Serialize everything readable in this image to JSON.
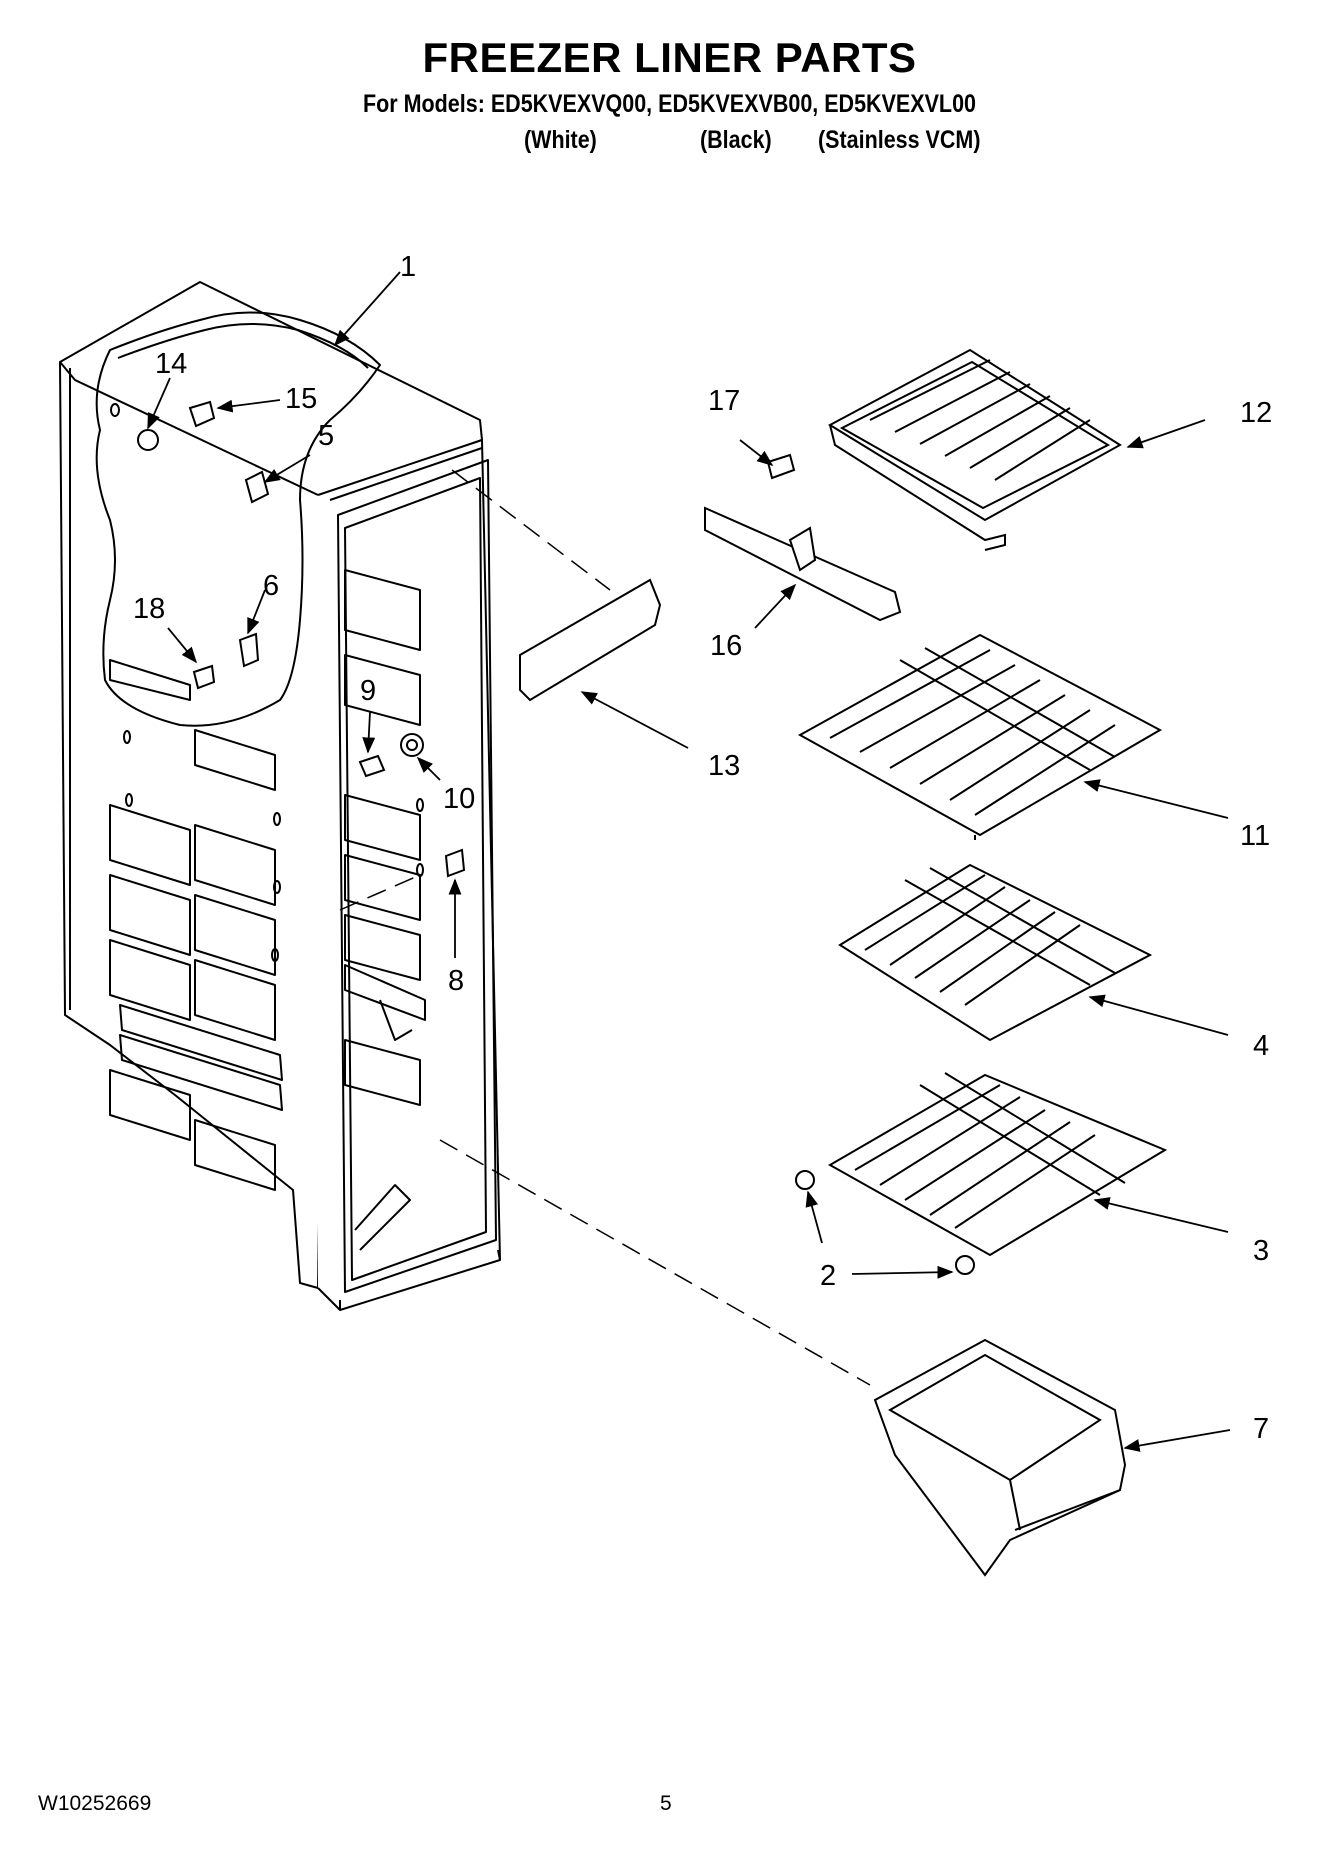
{
  "header": {
    "title": "FREEZER LINER PARTS",
    "models_line": "For Models: ED5KVEXVQ00, ED5KVEXVB00, ED5KVEXVL00",
    "variants": [
      "(White)",
      "(Black)",
      "(Stainless VCM)"
    ]
  },
  "callouts": [
    {
      "id": "1",
      "label": "1"
    },
    {
      "id": "2",
      "label": "2"
    },
    {
      "id": "3",
      "label": "3"
    },
    {
      "id": "4",
      "label": "4"
    },
    {
      "id": "5",
      "label": "5"
    },
    {
      "id": "6",
      "label": "6"
    },
    {
      "id": "7",
      "label": "7"
    },
    {
      "id": "8",
      "label": "8"
    },
    {
      "id": "9",
      "label": "9"
    },
    {
      "id": "10",
      "label": "10"
    },
    {
      "id": "11",
      "label": "11"
    },
    {
      "id": "12",
      "label": "12"
    },
    {
      "id": "13",
      "label": "13"
    },
    {
      "id": "14",
      "label": "14"
    },
    {
      "id": "15",
      "label": "15"
    },
    {
      "id": "16",
      "label": "16"
    },
    {
      "id": "17",
      "label": "17"
    },
    {
      "id": "18",
      "label": "18"
    }
  ],
  "footer": {
    "doc_number": "W10252669",
    "page_number": "5"
  }
}
